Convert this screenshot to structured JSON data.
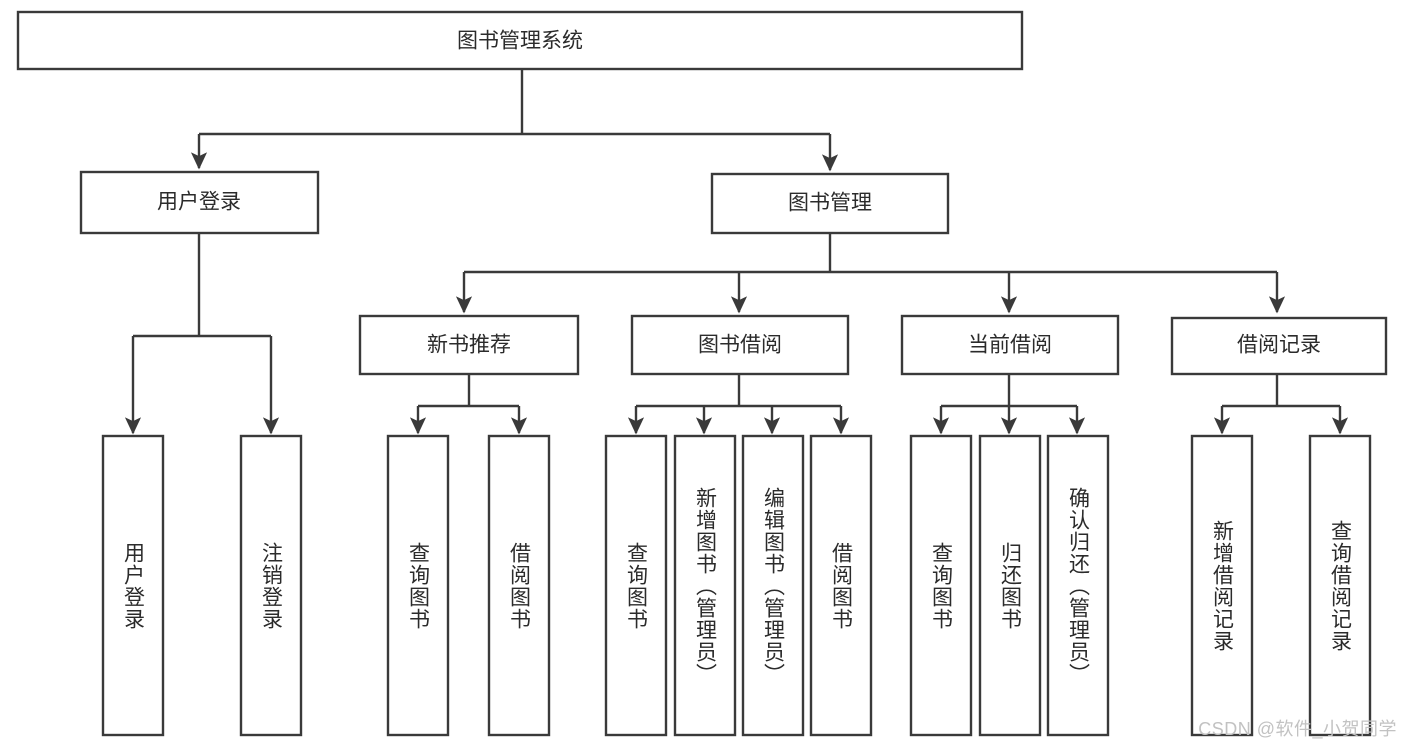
{
  "diagram": {
    "title": "图书管理系统",
    "type": "tree-hierarchy",
    "colors": {
      "stroke": "#3a3a3a",
      "box_fill": "#ffffff",
      "text": "#2b2b2b",
      "background": "#ffffff",
      "watermark": "#c2c2c2"
    },
    "root": {
      "label": "图书管理系统"
    },
    "level1": [
      {
        "label": "用户登录"
      },
      {
        "label": "图书管理"
      }
    ],
    "level2": [
      {
        "label": "新书推荐"
      },
      {
        "label": "图书借阅"
      },
      {
        "label": "当前借阅"
      },
      {
        "label": "借阅记录"
      }
    ],
    "leaves": {
      "user_login": [
        {
          "label": "用户登录"
        },
        {
          "label": "注销登录"
        }
      ],
      "new_book_recommend": [
        {
          "label": "查询图书"
        },
        {
          "label": "借阅图书"
        }
      ],
      "book_borrow": [
        {
          "label": "查询图书"
        },
        {
          "label": "新增图书（管理员）"
        },
        {
          "label": "编辑图书（管理员）"
        },
        {
          "label": "借阅图书"
        }
      ],
      "current_borrow": [
        {
          "label": "查询图书"
        },
        {
          "label": "归还图书"
        },
        {
          "label": "确认归还（管理员）"
        }
      ],
      "borrow_record": [
        {
          "label": "新增借阅记录"
        },
        {
          "label": "查询借阅记录"
        }
      ]
    },
    "watermark": "CSDN @软件_小贺同学"
  }
}
